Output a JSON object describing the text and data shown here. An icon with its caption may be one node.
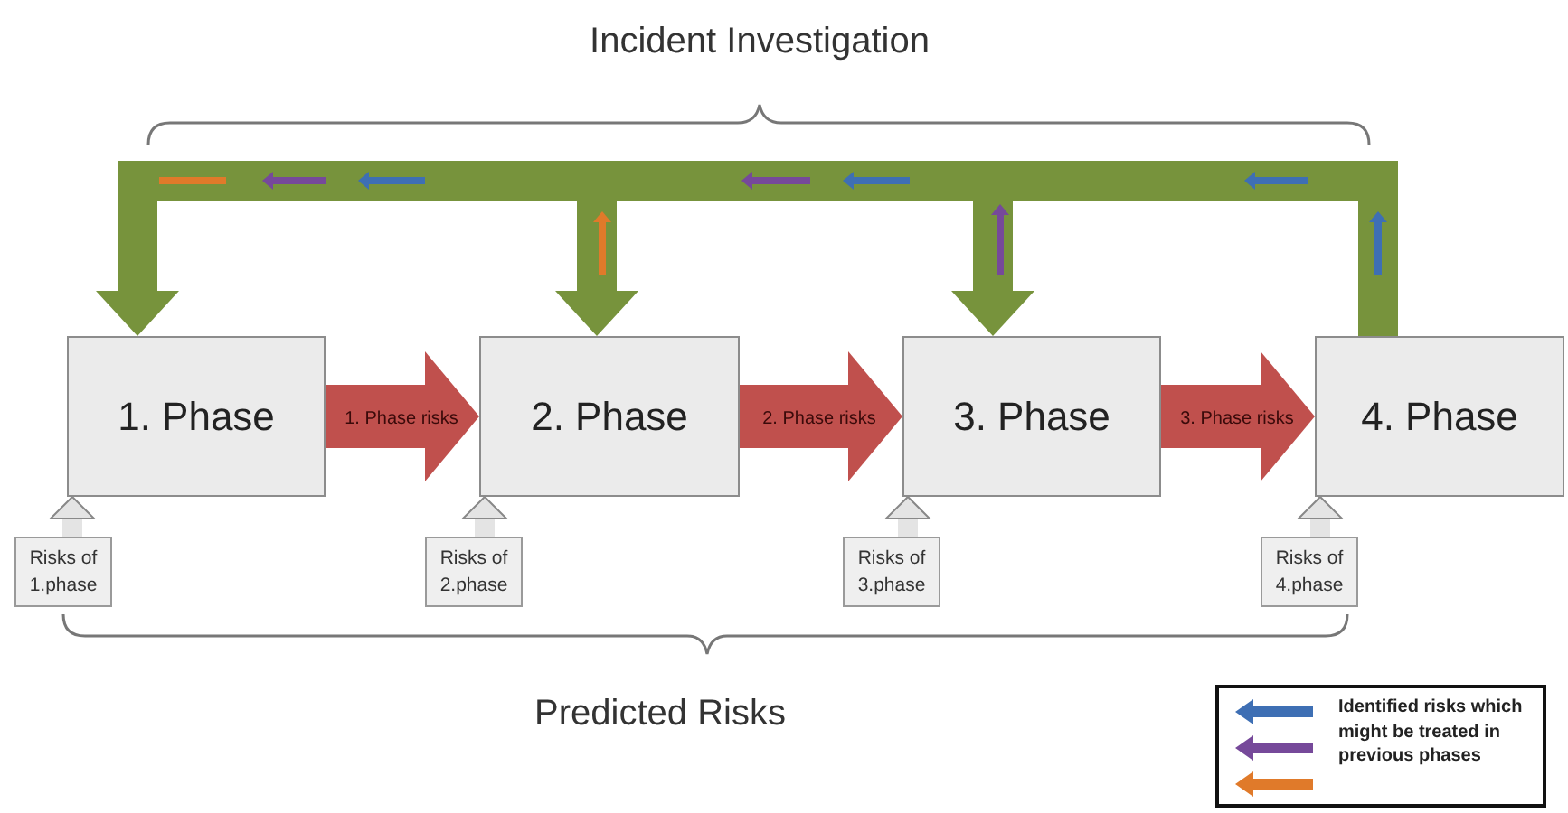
{
  "diagram": {
    "nodes": [
      {
        "text": [
          "1. Phase"
        ]
      },
      {
        "text": [
          "2. Phase"
        ]
      },
      {
        "text": [
          "3. Phase"
        ]
      },
      {
        "text": [
          "4. Phase"
        ]
      },
      {
        "text": [
          "Risks of 1.phase"
        ]
      },
      {
        "text": [
          "Risks of 2.phase"
        ]
      },
      {
        "text": [
          "Risks of 3.phase"
        ]
      },
      {
        "text": [
          "Risks of 4.phase"
        ]
      }
    ],
    "edges": [
      {
        "from": 0,
        "to": 1,
        "arrow": "to",
        "label": "1. Phase risks",
        "color": "#c0504d"
      },
      {
        "from": 1,
        "to": 2,
        "arrow": "to",
        "label": "2. Phase risks",
        "color": "#c0504d"
      },
      {
        "from": 2,
        "to": 3,
        "arrow": "to",
        "label": "3. Phase risks",
        "color": "#c0504d"
      },
      {
        "from": 4,
        "to": 0,
        "arrow": "to"
      },
      {
        "from": 5,
        "to": 1,
        "arrow": "to"
      },
      {
        "from": 6,
        "to": 2,
        "arrow": "to"
      },
      {
        "from": 7,
        "to": 3,
        "arrow": "to"
      },
      {
        "from": 3,
        "to": 0,
        "arrow": "to",
        "color": "#77933c"
      },
      {
        "from": 3,
        "to": 1,
        "arrow": "to",
        "color": "#77933c"
      },
      {
        "from": 3,
        "to": 2,
        "arrow": "to",
        "color": "#77933c"
      }
    ],
    "labels": [
      "Incident Investigation",
      "Predicted Risks"
    ],
    "legend": [
      {
        "text": "Identified risks which might be treated in previous phases"
      }
    ]
  }
}
